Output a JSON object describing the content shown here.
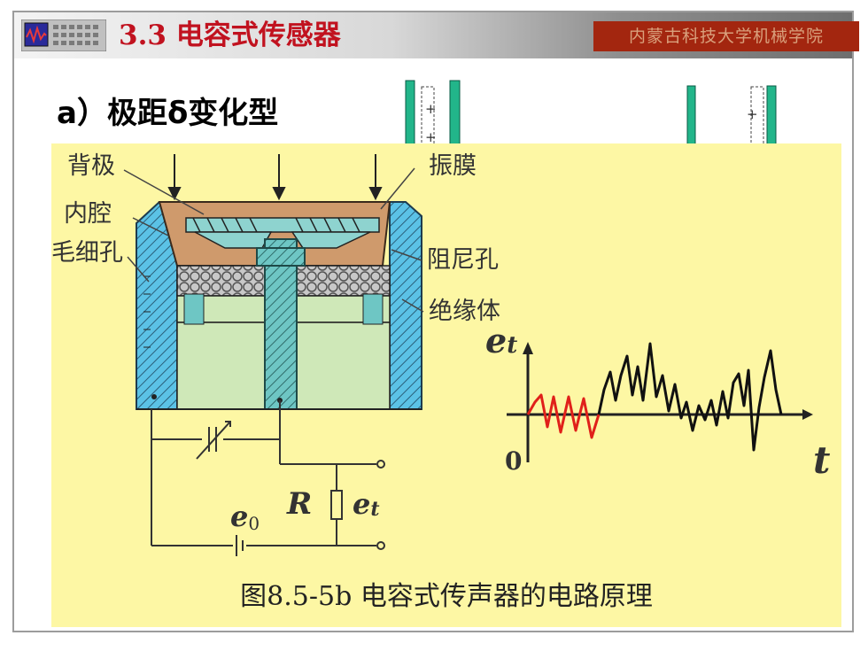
{
  "header": {
    "title": "3.3 电容式传感器",
    "school": "内蒙古科技大学机械学院",
    "accent_color": "#c1121f",
    "badge_color": "#a3260f",
    "icon": "oscilloscope-icon"
  },
  "section": {
    "label": "a）极距δ变化型"
  },
  "plates": {
    "plus_sign": "+"
  },
  "figure": {
    "background": "#fdf7a4",
    "labels": {
      "back_plate": "背极",
      "inner_cavity": "内腔",
      "capillary": "毛细孔",
      "diaphragm": "振膜",
      "damping_hole": "阻尼孔",
      "insulator": "绝缘体"
    },
    "circuit": {
      "source": "e",
      "source_sub": "0",
      "resistor": "R",
      "output": "e",
      "output_sub": "t"
    },
    "waveform": {
      "y_axis": "e",
      "y_sub": "t",
      "x_axis": "t",
      "origin": "0",
      "signal_color": "#e0201a",
      "noise_color": "#111111"
    },
    "caption": "图8.5-5b 电容式传声器的电路原理"
  }
}
